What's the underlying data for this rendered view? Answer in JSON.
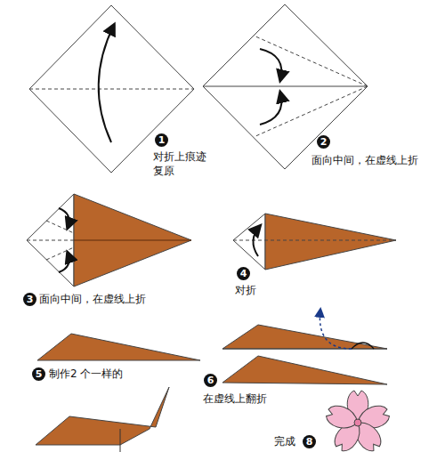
{
  "diagram": {
    "labels": [
      "1",
      "对折上痕迹复原",
      "2",
      "面向中间，在虚线上折",
      "3",
      "面向中间，在虚线上折",
      "4",
      "对折",
      "5",
      "制作2 个一样的",
      "6",
      "在虚线上翻折",
      "完成",
      "8"
    ]
  }
}
